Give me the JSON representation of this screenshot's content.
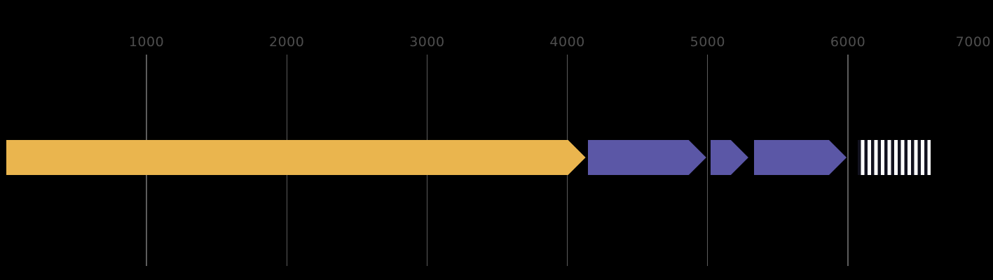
{
  "diagram": {
    "kind": "linear-sequence-feature-map",
    "axis": {
      "domain_start": 0,
      "domain_end": 7000,
      "ticks": [
        {
          "value": 1000,
          "label": "1000",
          "line": true
        },
        {
          "value": 2000,
          "label": "2000",
          "line": true
        },
        {
          "value": 3000,
          "label": "3000",
          "line": true
        },
        {
          "value": 4000,
          "label": "4000",
          "line": true
        },
        {
          "value": 5000,
          "label": "5000",
          "line": true
        },
        {
          "value": 6000,
          "label": "6000",
          "line": true
        },
        {
          "value": 7000,
          "label": "7000",
          "line": false
        }
      ]
    },
    "features": [
      {
        "name": "feature-arrow-1",
        "shape": "arrow",
        "start": 0,
        "end": 4130,
        "strand": "forward",
        "color": "#EAB54E"
      },
      {
        "name": "feature-arrow-2",
        "shape": "arrow",
        "start": 4145,
        "end": 4990,
        "strand": "forward",
        "color": "#5B57A6"
      },
      {
        "name": "feature-arrow-3",
        "shape": "arrow",
        "start": 5020,
        "end": 5290,
        "strand": "forward",
        "color": "#5B57A6"
      },
      {
        "name": "feature-arrow-4",
        "shape": "arrow",
        "start": 5330,
        "end": 5990,
        "strand": "forward",
        "color": "#5B57A6"
      },
      {
        "name": "feature-hatched-box",
        "shape": "hatched-box",
        "start": 6070,
        "end": 6590,
        "strand": "none",
        "color": "hatched"
      }
    ],
    "colors": {
      "background": "#000000",
      "tick_label": "#4e4e4e",
      "gridline": "#5c5c5c",
      "gold": "#EAB54E",
      "purple": "#5B57A6",
      "hatch_stripe": "#12121f",
      "hatch_background": "#ffffff"
    }
  }
}
